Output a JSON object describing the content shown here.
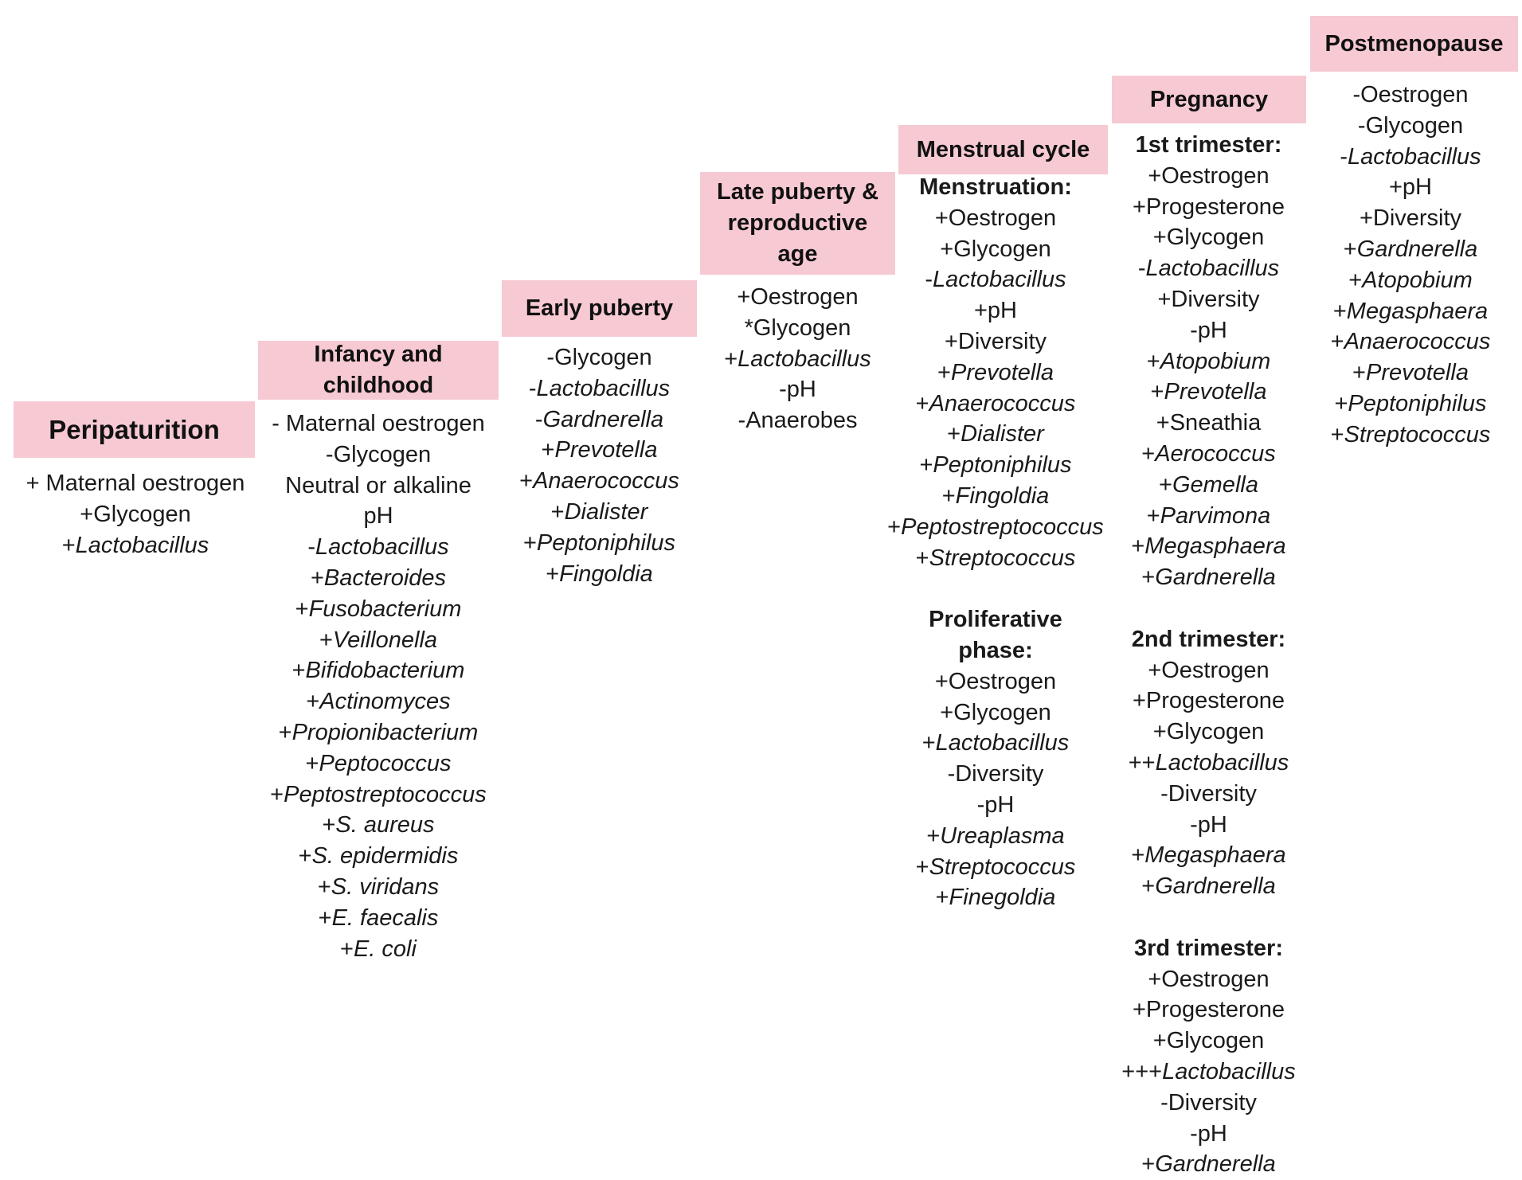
{
  "stages": [
    {
      "id": "peripaturition",
      "header": "Peripaturition",
      "lines": [
        {
          "t": "+ Maternal oestrogen"
        },
        {
          "t": "+Glycogen"
        },
        {
          "p": "+",
          "n": "Lactobacillus"
        }
      ]
    },
    {
      "id": "infancy",
      "header": "Infancy and childhood",
      "lines": [
        {
          "t": "- Maternal oestrogen"
        },
        {
          "t": "-Glycogen"
        },
        {
          "t": "Neutral or alkaline"
        },
        {
          "t": "pH"
        },
        {
          "p": "-",
          "n": "Lactobacillus"
        },
        {
          "p": "+",
          "n": "Bacteroides"
        },
        {
          "p": "+",
          "n": "Fusobacterium"
        },
        {
          "p": "+",
          "n": "Veillonella"
        },
        {
          "p": "+",
          "n": "Bifidobacterium"
        },
        {
          "p": "+",
          "n": "Actinomyces"
        },
        {
          "p": "+",
          "n": "Propionibacterium"
        },
        {
          "p": "+",
          "n": "Peptococcus"
        },
        {
          "p": "+",
          "n": "Peptostreptococcus"
        },
        {
          "p": "+",
          "n": "S. aureus"
        },
        {
          "p": "+",
          "n": "S. epidermidis"
        },
        {
          "p": "+",
          "n": "S. viridans"
        },
        {
          "p": "+",
          "n": "E. faecalis"
        },
        {
          "p": "+",
          "n": "E. coli"
        }
      ]
    },
    {
      "id": "early-puberty",
      "header": "Early puberty",
      "lines": [
        {
          "t": "-Glycogen"
        },
        {
          "p": "-",
          "n": "Lactobacillus"
        },
        {
          "p": "-",
          "n": "Gardnerella"
        },
        {
          "p": "+",
          "n": "Prevotella"
        },
        {
          "p": "+",
          "n": "Anaerococcus"
        },
        {
          "p": "+",
          "n": "Dialister"
        },
        {
          "p": "+",
          "n": "Peptoniphilus"
        },
        {
          "p": "+",
          "n": "Fingoldia"
        }
      ]
    },
    {
      "id": "late-puberty",
      "header": "Late puberty & reproductive age",
      "lines": [
        {
          "t": "+Oestrogen"
        },
        {
          "t": "*Glycogen"
        },
        {
          "p": "+",
          "n": "Lactobacillus"
        },
        {
          "t": "-pH"
        },
        {
          "t": "-Anaerobes"
        }
      ]
    },
    {
      "id": "menstrual",
      "header": "Menstrual cycle",
      "lines": [
        {
          "b": "Menstruation:"
        },
        {
          "t": "+Oestrogen"
        },
        {
          "t": "+Glycogen"
        },
        {
          "p": "-",
          "n": "Lactobacillus"
        },
        {
          "t": "+pH"
        },
        {
          "t": "+Diversity"
        },
        {
          "p": "+",
          "n": "Prevotella"
        },
        {
          "p": "+",
          "n": "Anaerococcus"
        },
        {
          "p": "+",
          "n": "Dialister"
        },
        {
          "p": "+",
          "n": "Peptoniphilus"
        },
        {
          "p": "+",
          "n": "Fingoldia"
        },
        {
          "p": "+",
          "n": "Peptostreptococcus"
        },
        {
          "p": "+",
          "n": "Streptococcus"
        },
        {
          "gap": true
        },
        {
          "b": "Proliferative"
        },
        {
          "b": "phase:"
        },
        {
          "t": "+Oestrogen"
        },
        {
          "t": "+Glycogen"
        },
        {
          "p": "+",
          "n": "Lactobacillus"
        },
        {
          "t": "-Diversity"
        },
        {
          "t": "-pH"
        },
        {
          "p": "+",
          "n": "Ureaplasma"
        },
        {
          "p": "+",
          "n": "Streptococcus"
        },
        {
          "p": "+",
          "n": "Finegoldia"
        }
      ]
    },
    {
      "id": "pregnancy",
      "header": "Pregnancy",
      "lines": [
        {
          "b": "1st trimester:"
        },
        {
          "t": "+Oestrogen"
        },
        {
          "t": "+Progesterone"
        },
        {
          "t": "+Glycogen"
        },
        {
          "p": "-",
          "n": "Lactobacillus"
        },
        {
          "t": "+Diversity"
        },
        {
          "t": "-pH"
        },
        {
          "p": "+",
          "n": "Atopobium"
        },
        {
          "p": "+",
          "n": "Prevotella"
        },
        {
          "t": "+Sneathia"
        },
        {
          "p": "+",
          "n": "Aerococcus"
        },
        {
          "p": "+",
          "n": "Gemella"
        },
        {
          "p": "+",
          "n": "Parvimona"
        },
        {
          "p": "+",
          "n": "Megasphaera"
        },
        {
          "p": "+",
          "n": "Gardnerella"
        },
        {
          "gap": true
        },
        {
          "b": "2nd trimester:"
        },
        {
          "t": "+Oestrogen"
        },
        {
          "t": "+Progesterone"
        },
        {
          "t": "+Glycogen"
        },
        {
          "p": "++",
          "n": "Lactobacillus"
        },
        {
          "t": "-Diversity"
        },
        {
          "t": "-pH"
        },
        {
          "p": "+",
          "n": "Megasphaera"
        },
        {
          "p": "+",
          "n": "Gardnerella"
        },
        {
          "gap": true
        },
        {
          "b": "3rd trimester:"
        },
        {
          "t": "+Oestrogen"
        },
        {
          "t": "+Progesterone"
        },
        {
          "t": "+Glycogen"
        },
        {
          "p": "+++",
          "n": "Lactobacillus"
        },
        {
          "t": "-Diversity"
        },
        {
          "t": "-pH"
        },
        {
          "p": "+",
          "n": "Gardnerella"
        }
      ]
    },
    {
      "id": "postmenopause",
      "header": "Postmenopause",
      "lines": [
        {
          "t": "-Oestrogen"
        },
        {
          "t": "-Glycogen"
        },
        {
          "p": "-",
          "n": "Lactobacillus"
        },
        {
          "t": "+pH"
        },
        {
          "t": "+Diversity"
        },
        {
          "p": "+",
          "n": "Gardnerella"
        },
        {
          "p": "+",
          "n": "Atopobium"
        },
        {
          "p": "+",
          "n": "Megasphaera"
        },
        {
          "p": "+",
          "n": "Anaerococcus"
        },
        {
          "p": "+",
          "n": "Prevotella"
        },
        {
          "p": "+",
          "n": "Peptoniphilus"
        },
        {
          "p": "+",
          "n": "Streptococcus"
        }
      ]
    }
  ]
}
